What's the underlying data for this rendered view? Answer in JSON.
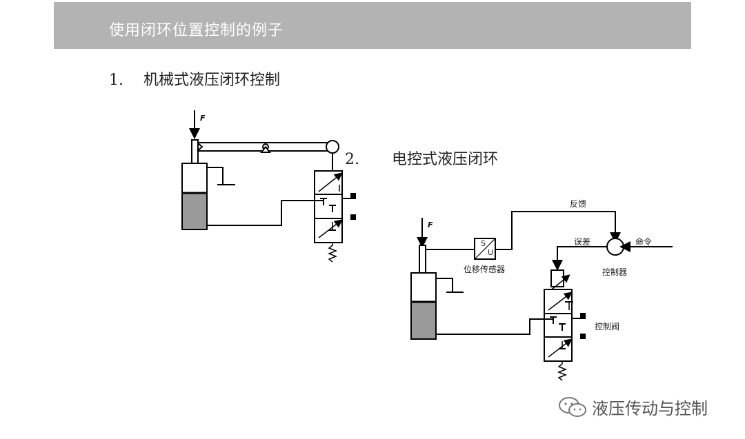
{
  "header": {
    "title": "使用闭环位置控制的例子"
  },
  "sections": [
    {
      "number": "1.",
      "title": "机械式液压闭环控制"
    },
    {
      "number": "2.",
      "title": "电控式液压闭环"
    }
  ],
  "diagram1": {
    "force_label": "F"
  },
  "diagram2": {
    "force_label": "F",
    "sensor_symbol_top": "S",
    "sensor_symbol_bottom": "U",
    "sensor_label": "位移传感器",
    "feedback_label": "反馈",
    "error_label": "误差",
    "command_label": "命令",
    "controller_label": "控制器",
    "valve_label": "控制阀"
  },
  "watermark": {
    "text": "液压传动与控制",
    "icon": "wechat-icon"
  }
}
